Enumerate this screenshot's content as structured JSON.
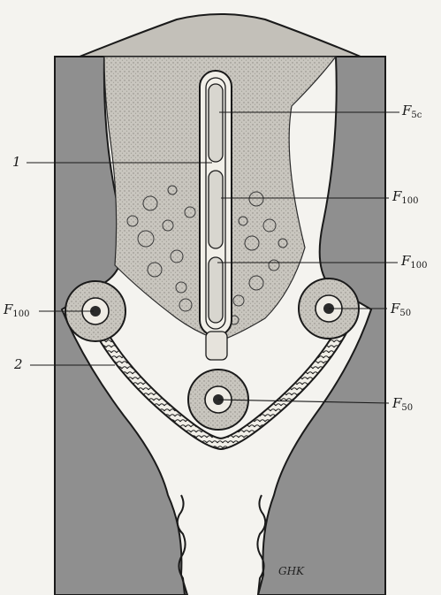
{
  "figure": {
    "labels": [
      {
        "id": "f50-top",
        "main": "F",
        "sub": "5c"
      },
      {
        "id": "one",
        "main": "1",
        "sub": ""
      },
      {
        "id": "f100-a",
        "main": "F",
        "sub": "100"
      },
      {
        "id": "f100-b",
        "main": "F",
        "sub": "100"
      },
      {
        "id": "f100-left",
        "main": "F",
        "sub": "100"
      },
      {
        "id": "f50-right",
        "main": "F",
        "sub": "50"
      },
      {
        "id": "two",
        "main": "2",
        "sub": ""
      },
      {
        "id": "f50-bottom",
        "main": "F",
        "sub": "50"
      }
    ],
    "monogram": "GHK"
  },
  "colors": {
    "paper": "#f4f3ef",
    "wall_gray": "#8f8f8f",
    "ink": "#161616",
    "tissue": "#c9c6bf",
    "cervix": "#bdbab3"
  }
}
